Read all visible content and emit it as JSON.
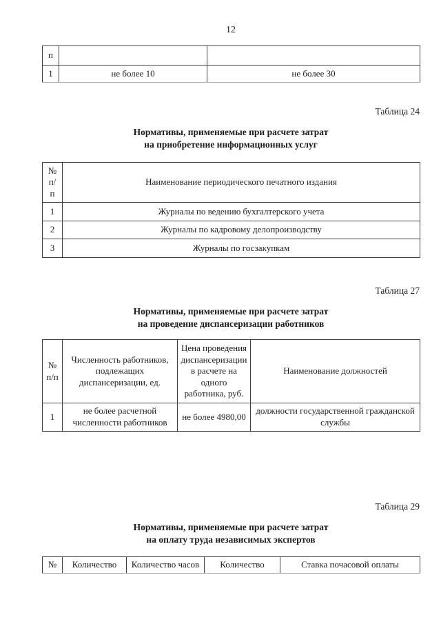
{
  "page_number": "12",
  "continuation_table": {
    "rows": [
      {
        "c1": "п",
        "c2": "",
        "c3": ""
      },
      {
        "c1": "1",
        "c2": "не более 10",
        "c3": "не более 30"
      }
    ]
  },
  "table24": {
    "label": "Таблица 24",
    "title": [
      "Нормативы, применяемые при расчете затрат",
      "на приобретение информационных услуг"
    ],
    "header": {
      "num": "№\nп/\nп",
      "name": "Наименование периодического печатного издания"
    },
    "rows": [
      {
        "num": "1",
        "name": "Журналы по ведению бухгалтерского учета"
      },
      {
        "num": "2",
        "name": "Журналы по кадровому делопроизводству"
      },
      {
        "num": "3",
        "name": "Журналы по госзакупкам"
      }
    ]
  },
  "table27": {
    "label": "Таблица 27",
    "title": [
      "Нормативы, применяемые при расчете затрат",
      "на проведение диспансеризации работников"
    ],
    "header": {
      "num": "№\nп/п",
      "staff": "Численность работников, подлежащих диспансеризации, ед.",
      "price": "Цена проведения диспансеризации в расчете на одного работника, руб.",
      "positions": "Наименование должностей"
    },
    "row": {
      "num": "1",
      "staff": "не более расчетной численности работников",
      "price": "не более 4980,00",
      "positions": "должности государственной гражданской службы"
    }
  },
  "table29": {
    "label": "Таблица 29",
    "title": [
      "Нормативы, применяемые при расчете затрат",
      "на оплату труда независимых экспертов"
    ],
    "header": [
      "№",
      "Количество",
      "Количество часов",
      "Количество",
      "Ставка почасовой оплаты"
    ]
  }
}
